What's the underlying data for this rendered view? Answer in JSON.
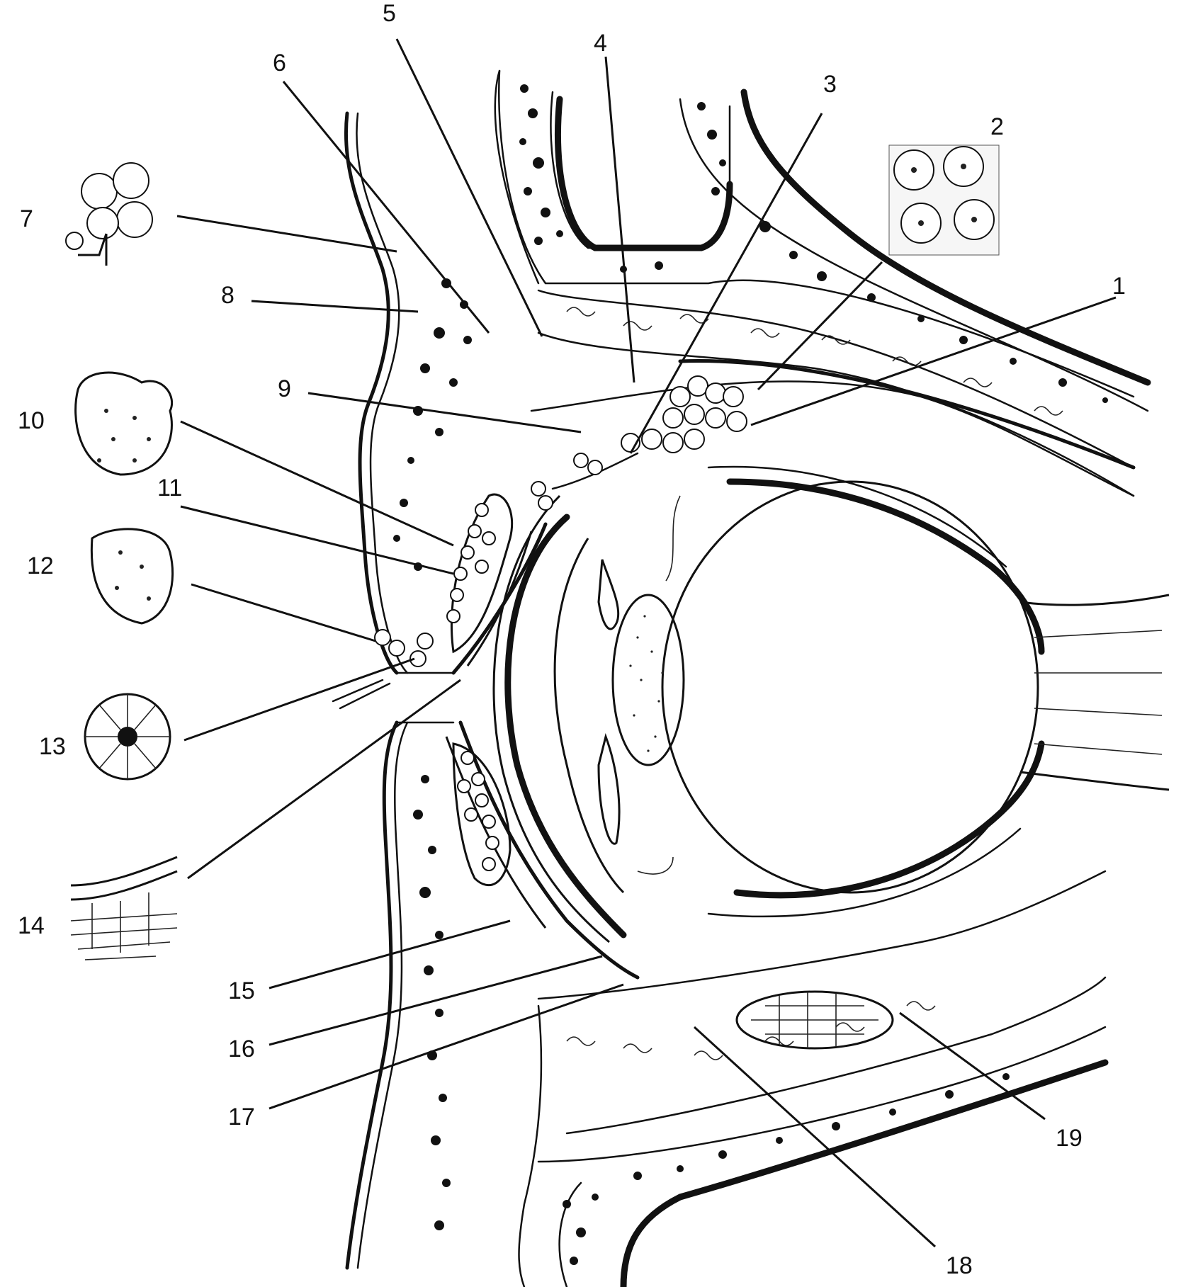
{
  "labels": [
    {
      "id": "1",
      "text": "1"
    },
    {
      "id": "2",
      "text": "2"
    },
    {
      "id": "3",
      "text": "3"
    },
    {
      "id": "4",
      "text": "4"
    },
    {
      "id": "5",
      "text": "5"
    },
    {
      "id": "6",
      "text": "6"
    },
    {
      "id": "7",
      "text": "7"
    },
    {
      "id": "8",
      "text": "8"
    },
    {
      "id": "9",
      "text": "9"
    },
    {
      "id": "10",
      "text": "10"
    },
    {
      "id": "11",
      "text": "11"
    },
    {
      "id": "12",
      "text": "12"
    },
    {
      "id": "13",
      "text": "13"
    },
    {
      "id": "14",
      "text": "14"
    },
    {
      "id": "15",
      "text": "15"
    },
    {
      "id": "16",
      "text": "16"
    },
    {
      "id": "17",
      "text": "17"
    },
    {
      "id": "18",
      "text": "18"
    },
    {
      "id": "19",
      "text": "19"
    }
  ],
  "colors": {
    "ink": "#111111",
    "paper": "#ffffff"
  }
}
